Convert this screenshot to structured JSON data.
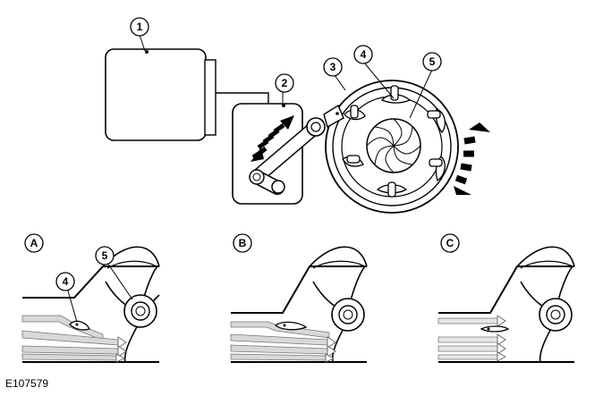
{
  "figure_id": "E107579",
  "callouts": {
    "c1": "1",
    "c2": "2",
    "c3": "3",
    "c4": "4",
    "c5": "5",
    "c4b": "4",
    "c5b": "5"
  },
  "panels": {
    "a": "A",
    "b": "B",
    "c": "C"
  }
}
